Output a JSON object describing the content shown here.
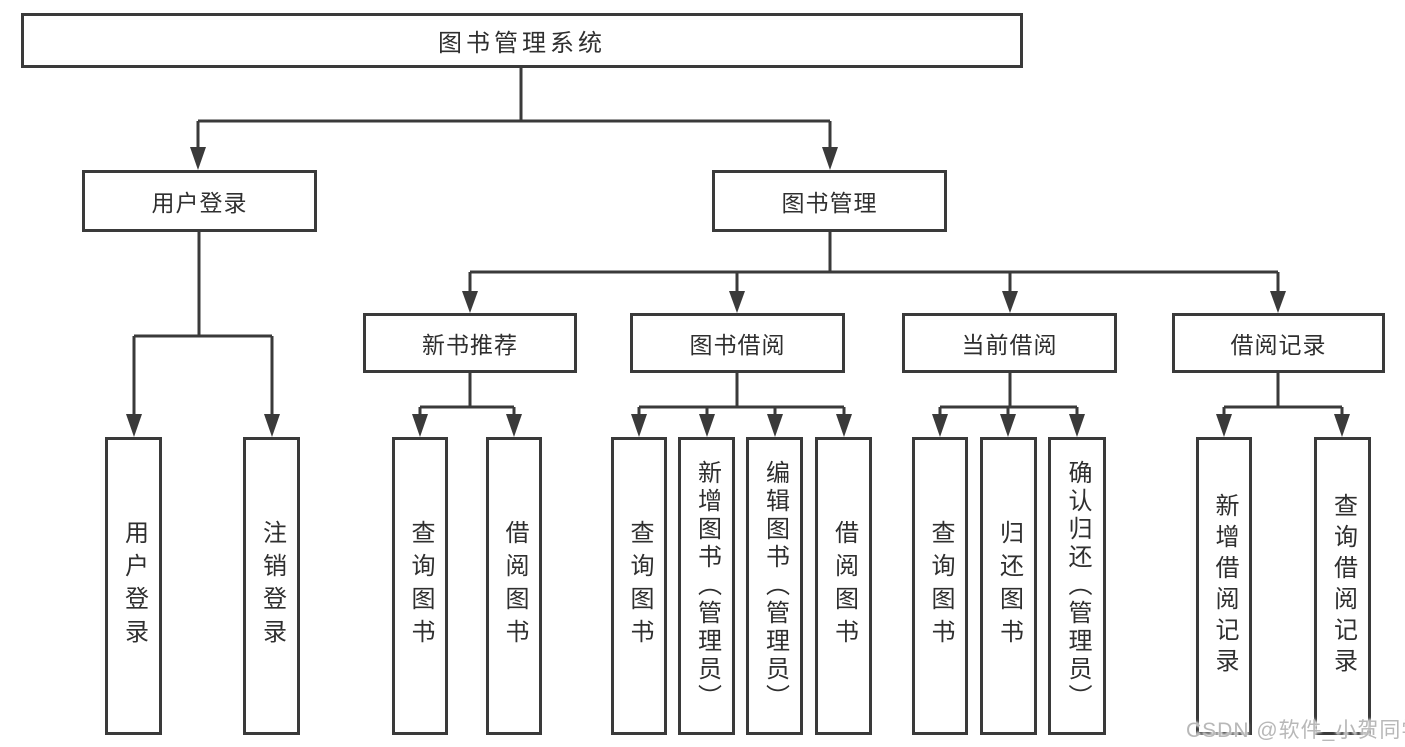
{
  "root": {
    "label": "图书管理系统"
  },
  "user_login": {
    "label": "用户登录",
    "children": [
      {
        "label": "用户登录"
      },
      {
        "label": "注销登录"
      }
    ]
  },
  "book_mgmt": {
    "label": "图书管理",
    "sections": [
      {
        "label": "新书推荐",
        "children": [
          {
            "label": "查询图书"
          },
          {
            "label": "借阅图书"
          }
        ]
      },
      {
        "label": "图书借阅",
        "children": [
          {
            "label": "查询图书"
          },
          {
            "label": "新增图书（管理员）"
          },
          {
            "label": "编辑图书（管理员）"
          },
          {
            "label": "借阅图书"
          }
        ]
      },
      {
        "label": "当前借阅",
        "children": [
          {
            "label": "查询图书"
          },
          {
            "label": "归还图书"
          },
          {
            "label": "确认归还（管理员）"
          }
        ]
      },
      {
        "label": "借阅记录",
        "children": [
          {
            "label": "新增借阅记录"
          },
          {
            "label": "查询借阅记录"
          }
        ]
      }
    ]
  },
  "watermark": "CSDN @软件_小贺同学",
  "colors": {
    "line": "#3a3a3a",
    "text": "#2f2f2f",
    "background": "#ffffff",
    "watermark": "#b8b8b8"
  }
}
